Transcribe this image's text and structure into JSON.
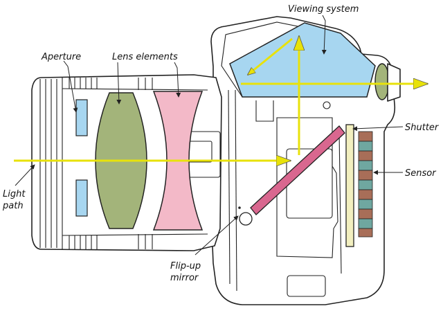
{
  "labels": {
    "viewing_system": "Viewing system",
    "aperture": "Aperture",
    "lens_elements": "Lens elements",
    "shutter": "Shutter",
    "sensor": "Sensor",
    "light_path_1": "Light",
    "light_path_2": "path",
    "flip_mirror_1": "Flip-up",
    "flip_mirror_2": "mirror"
  },
  "colors": {
    "light_ray": "#e8e20a",
    "prism": "#a7d6f0",
    "convex_lens": "#a3b47a",
    "concave_lens": "#f3b9c8",
    "mirror": "#d9678f",
    "aperture": "#a7d6f0",
    "shutter": "#f2efbf",
    "sensor_brown": "#a86e58",
    "sensor_teal": "#6fa7a0",
    "eyepiece": "#a3b47a"
  }
}
